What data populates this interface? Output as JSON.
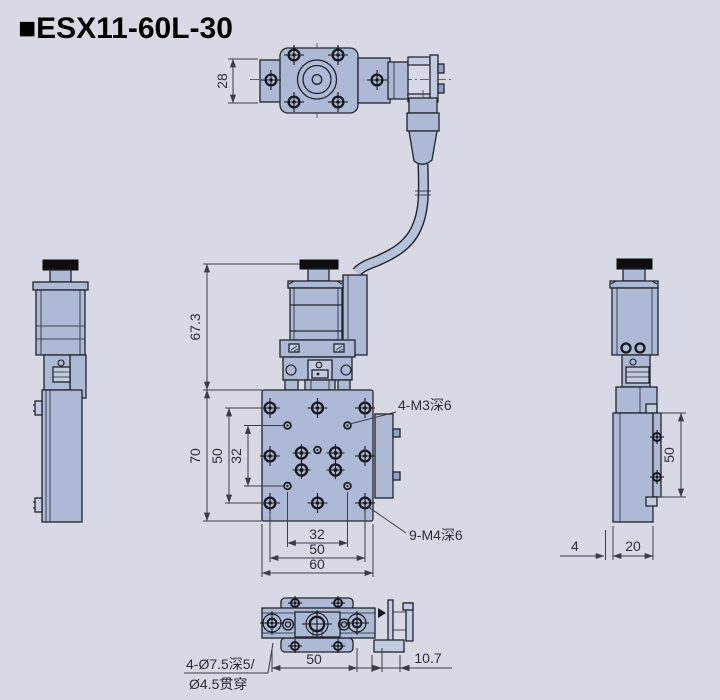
{
  "title": "■ESX11-60L-30",
  "labels": {
    "m3_holes": "4-M3深6",
    "m4_holes": "9-M4深6",
    "cbore_line1": "4-Ø7.5深5/",
    "cbore_line2": "Ø4.5贯穿"
  },
  "dims": {
    "top_view_height": "28",
    "motor_height": "67.3",
    "plate_height": "70",
    "hole_span_v50": "50",
    "hole_span_v32": "32",
    "hole_span_h32": "32",
    "hole_span_h50": "50",
    "plate_width": "60",
    "side_hole_span": "50",
    "side_offset": "4",
    "side_width": "20",
    "bottom_hole_span": "50",
    "bottom_offset": "10.7"
  },
  "colors": {
    "background": "#d7dae4",
    "part_fill": "#aeb9d6",
    "part_light": "#c2cbdf",
    "outline": "#21242e",
    "dimension": "#3a3d46",
    "knob": "#0d0d10"
  }
}
